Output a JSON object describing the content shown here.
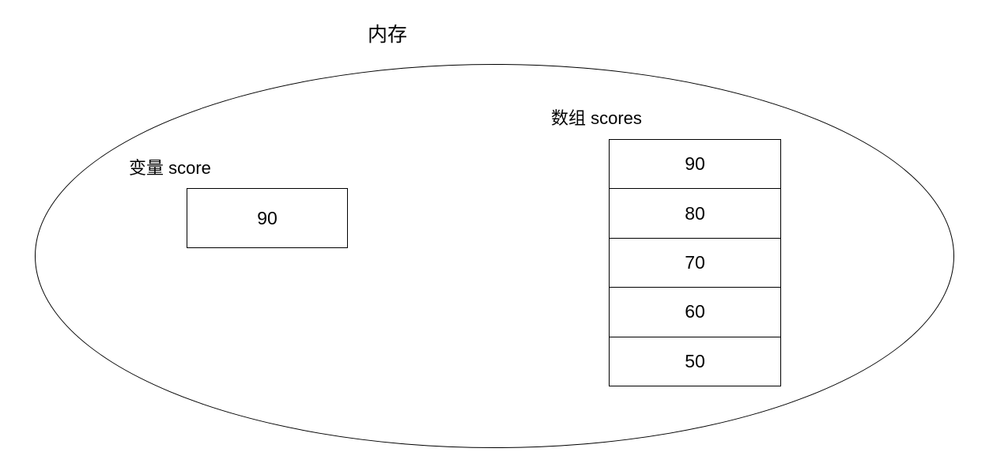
{
  "diagram": {
    "title": "内存",
    "shape": "ellipse",
    "stroke_color": "#000000",
    "background_color": "#ffffff"
  },
  "variable": {
    "label": "变量 score",
    "value": "90"
  },
  "array": {
    "label": "数组 scores",
    "cells": [
      {
        "value": "90"
      },
      {
        "value": "80"
      },
      {
        "value": "70"
      },
      {
        "value": "60"
      },
      {
        "value": "50"
      }
    ]
  }
}
